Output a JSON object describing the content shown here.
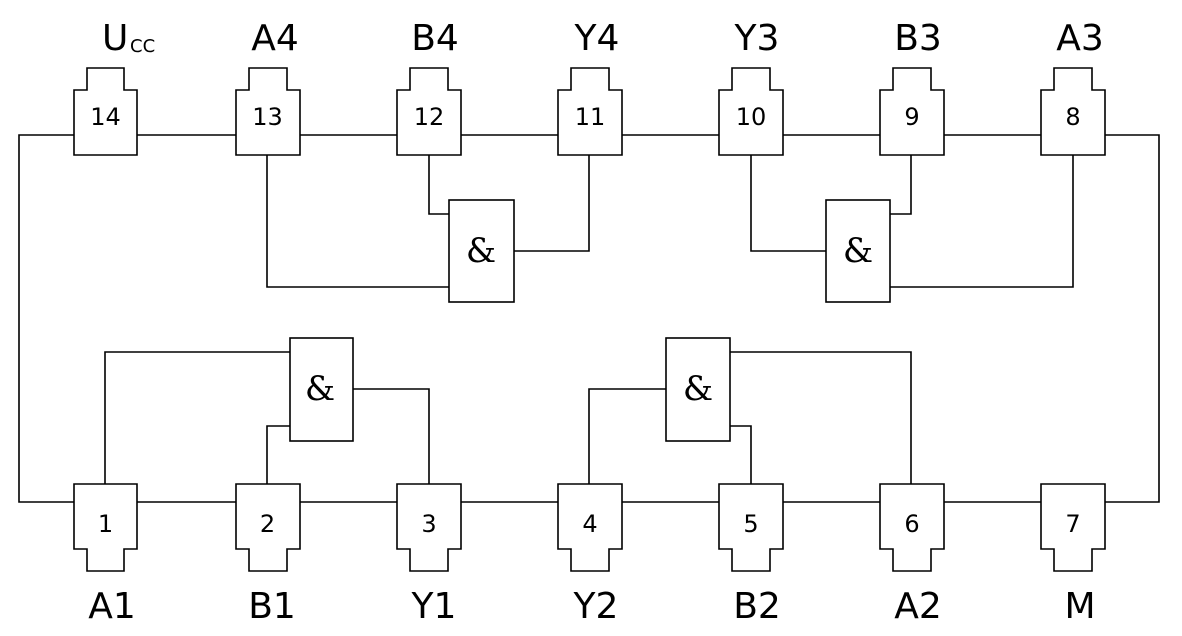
{
  "ic": {
    "top_pins": [
      {
        "number": "14",
        "name": "U",
        "name_sub": "CC"
      },
      {
        "number": "13",
        "name": "A4"
      },
      {
        "number": "12",
        "name": "B4"
      },
      {
        "number": "11",
        "name": "Y4"
      },
      {
        "number": "10",
        "name": "Y3"
      },
      {
        "number": "9",
        "name": "B3"
      },
      {
        "number": "8",
        "name": "A3"
      }
    ],
    "bottom_pins": [
      {
        "number": "1",
        "name": "A1"
      },
      {
        "number": "2",
        "name": "B1"
      },
      {
        "number": "3",
        "name": "Y1"
      },
      {
        "number": "4",
        "name": "Y2"
      },
      {
        "number": "5",
        "name": "B2"
      },
      {
        "number": "6",
        "name": "A2"
      },
      {
        "number": "7",
        "name": "M"
      }
    ],
    "gates": [
      {
        "symbol": "&"
      },
      {
        "symbol": "&"
      },
      {
        "symbol": "&"
      },
      {
        "symbol": "&"
      }
    ]
  }
}
